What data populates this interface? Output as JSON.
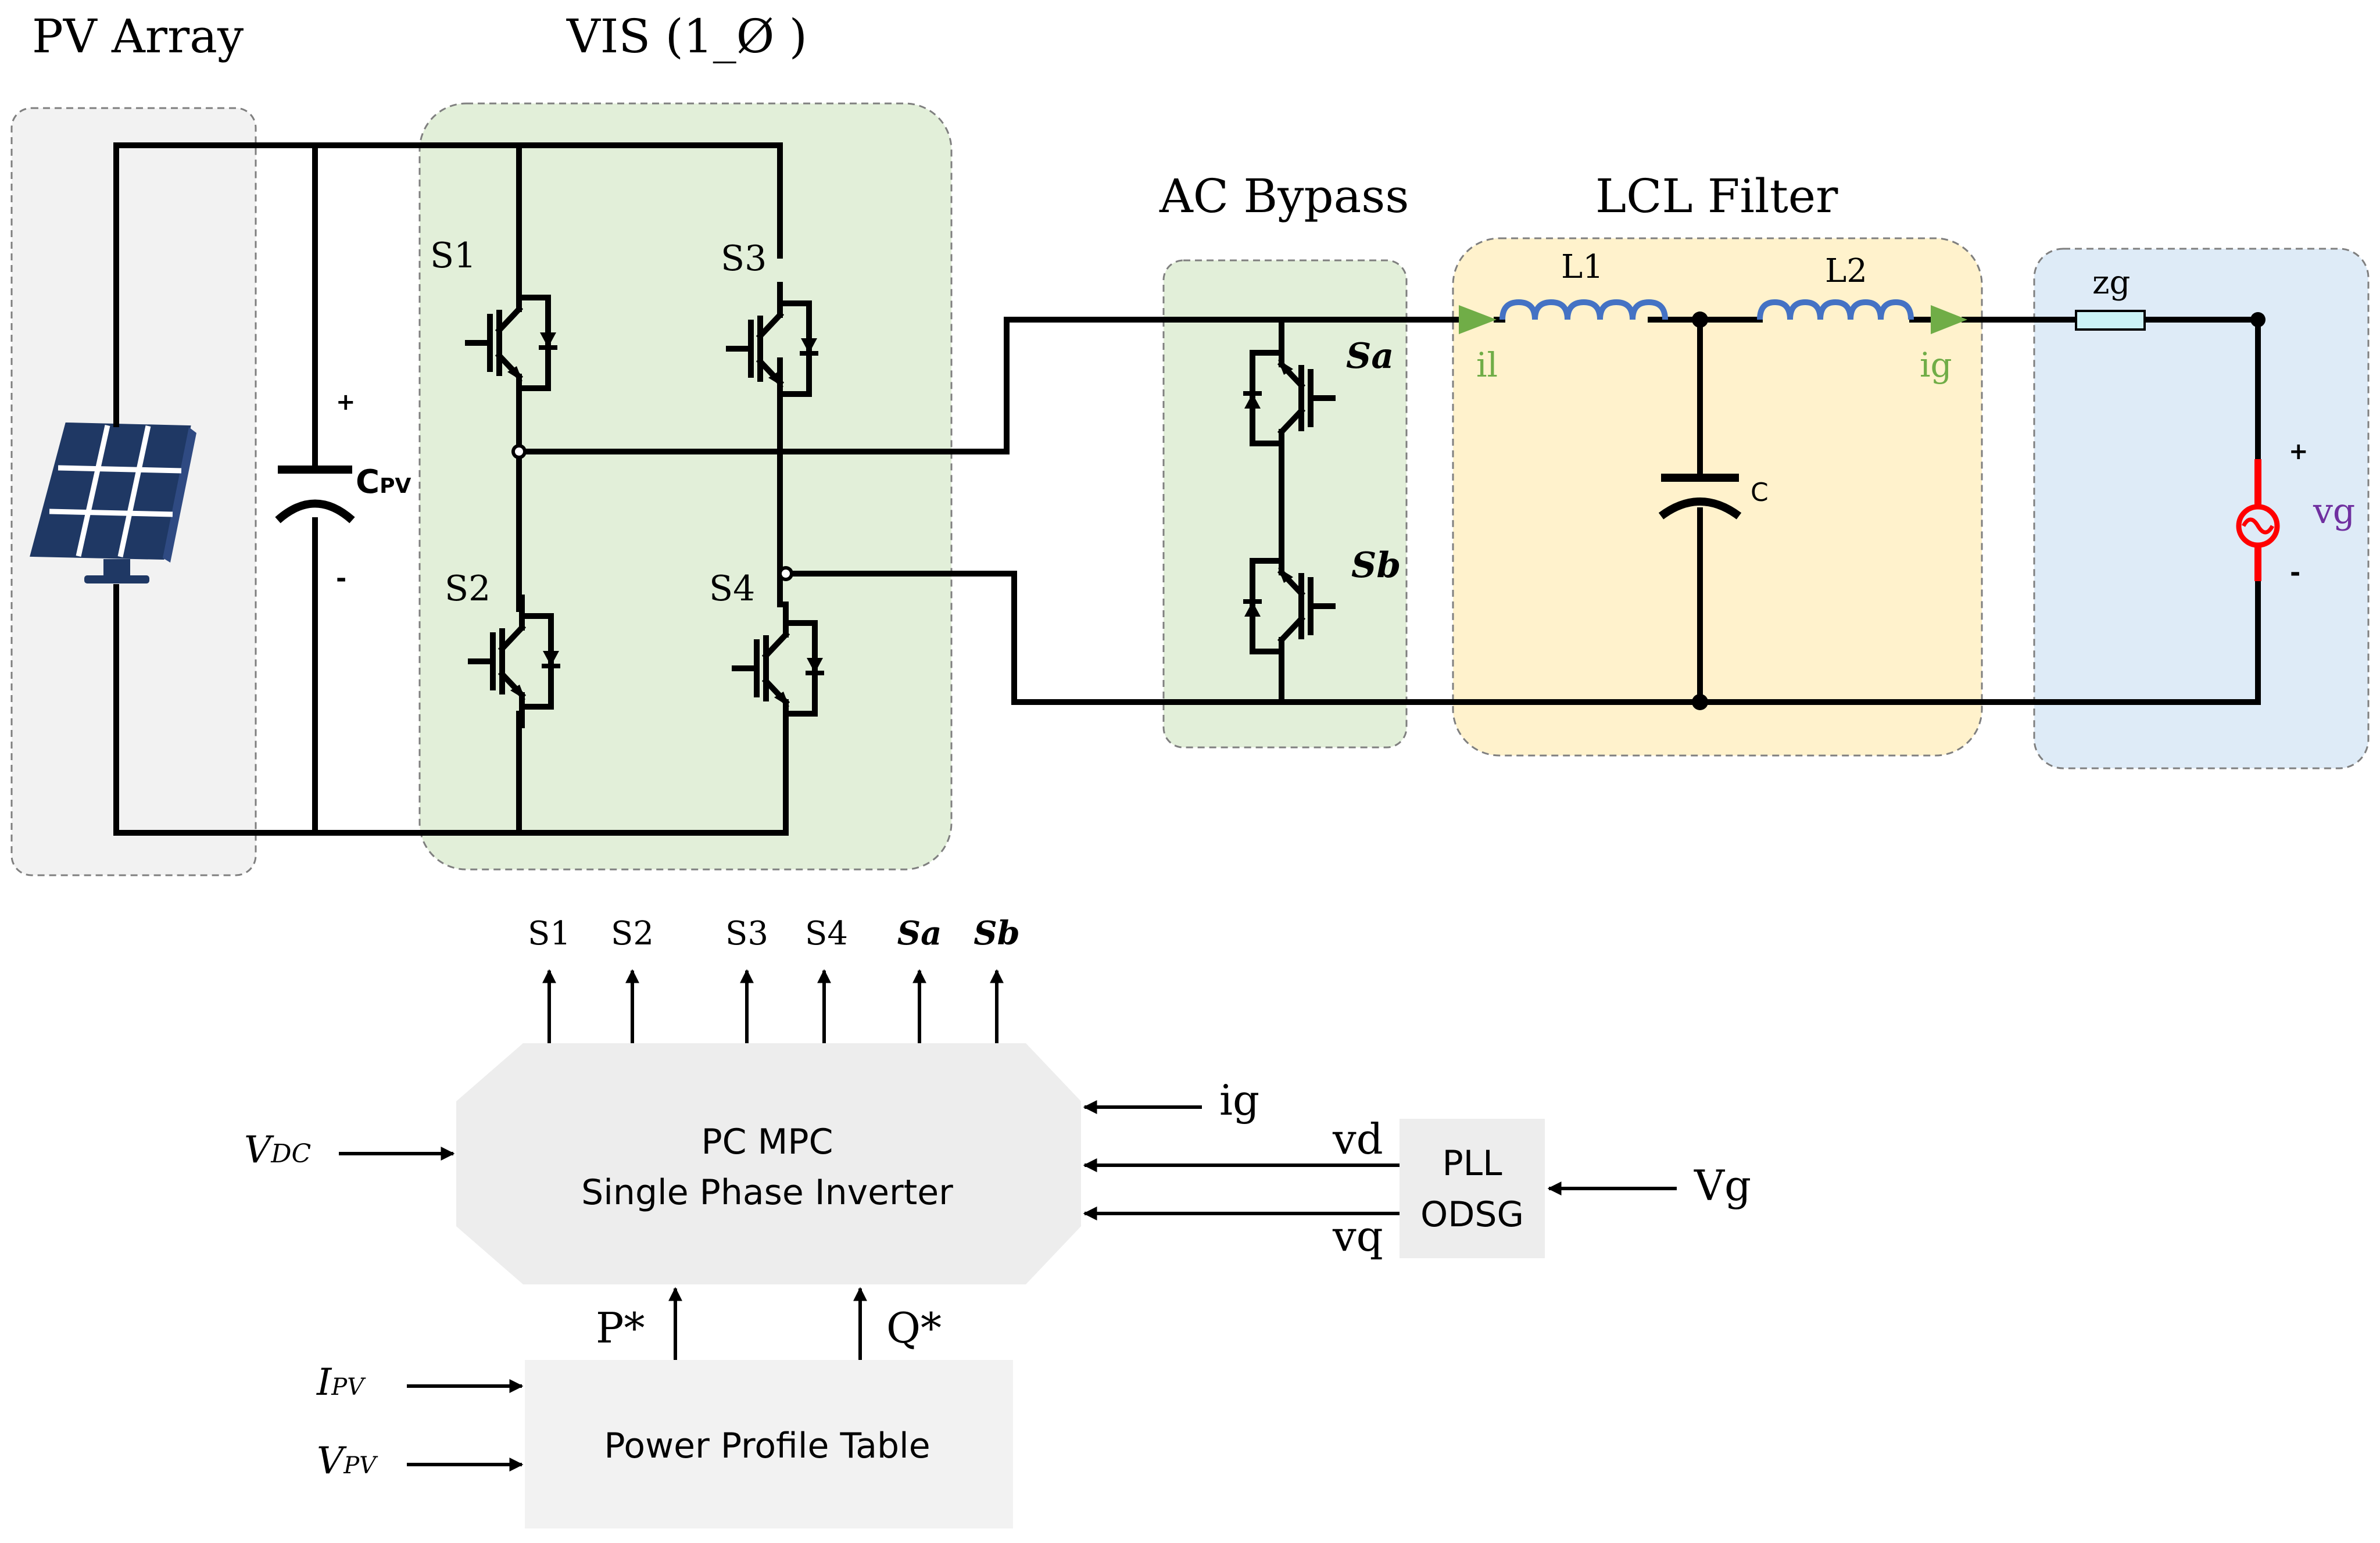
{
  "sections": {
    "pv_array": "PV Array",
    "vis": "VIS (1_Ø )",
    "ac_bypass": "AC Bypass",
    "lcl_filter": "LCL Filter"
  },
  "components": {
    "cpv": "C",
    "cpv_sub": "PV",
    "cpv_plus": "+",
    "cpv_minus": "-",
    "s1": "S1",
    "s2": "S2",
    "s3": "S3",
    "s4": "S4",
    "sa": "Sa",
    "sb": "Sb",
    "l1": "L1",
    "l2": "L2",
    "c": "C",
    "il": "il",
    "ig": "ig",
    "zg": "zg",
    "vg": "vg",
    "vg_plus": "+",
    "vg_minus": "-"
  },
  "control": {
    "outputs": [
      "S1",
      "S2",
      "S3",
      "S4",
      "Sa",
      "Sb"
    ],
    "mpc_line1": "PC MPC",
    "mpc_line2": "Single Phase Inverter",
    "vdc": "V",
    "vdc_sub": "DC",
    "ig": "ig",
    "vd": "vd",
    "vq": "vq",
    "pll_line1": "PLL",
    "pll_line2": "ODSG",
    "vg": "Vg",
    "p_ref": "P*",
    "q_ref": "Q*",
    "ipv": "I",
    "ipv_sub": "PV",
    "vpv": "V",
    "vpv_sub": "PV",
    "table": "Power Profile Table"
  },
  "colors": {
    "pv_bg": "#f2f2f2",
    "vis_bg": "#e2efd9",
    "bypass_bg": "#e2efd9",
    "lcl_bg": "#fff2cc",
    "grid_bg": "#deebf7",
    "block_bg": "#ededed",
    "inductor": "#4472c4",
    "current_arrow": "#70ad47",
    "source": "#ff0000",
    "vg_label": "#7030a0",
    "panel": "#1f3864"
  }
}
